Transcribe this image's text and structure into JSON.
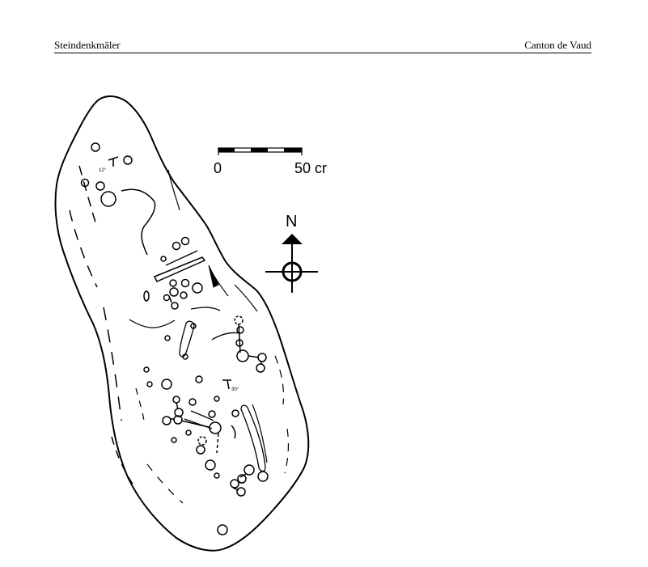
{
  "header": {
    "left_text": "Steindenkmäler",
    "right_text": "Canton de Vaud"
  },
  "figure": {
    "scale_label_start": "0",
    "scale_label_end": "50 cr",
    "north_label": "N",
    "angle_label_top": "12°",
    "angle_label_middle": "30°"
  },
  "colors": {
    "ink": "#000000",
    "paper": "#ffffff"
  }
}
